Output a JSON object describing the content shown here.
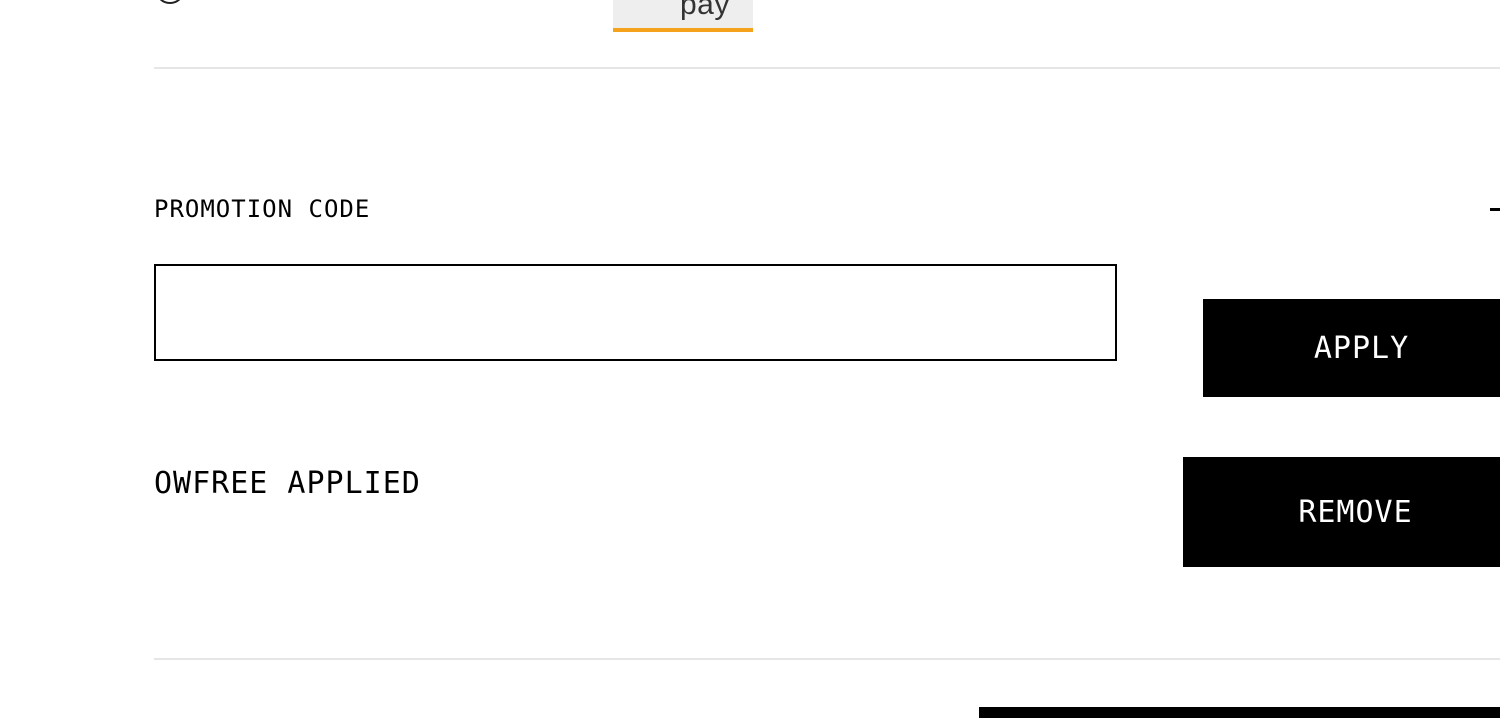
{
  "payment_option": {
    "amazon_pay_text": "pay",
    "amazon_pay_accent": "#f5a21d"
  },
  "promotion": {
    "label": "PROMOTION CODE",
    "toggle_symbol": "-",
    "input_value": "",
    "input_placeholder": "",
    "apply_label": "APPLY",
    "applied_code_text": "OWFREE APPLIED",
    "remove_label": "REMOVE"
  },
  "colors": {
    "button_bg": "#000000",
    "button_text": "#ffffff",
    "divider": "#e6e6e6"
  }
}
